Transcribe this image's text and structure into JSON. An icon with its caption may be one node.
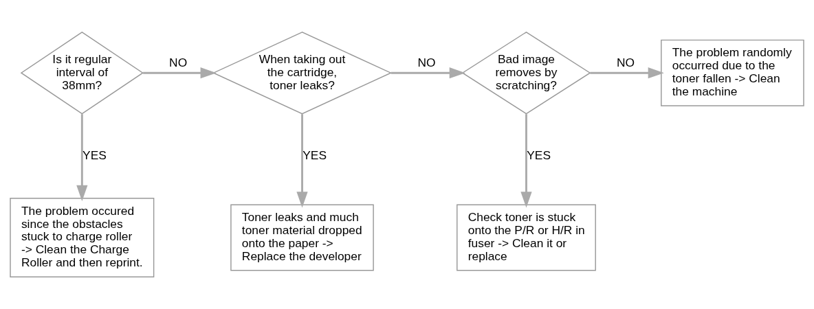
{
  "diagram": {
    "nodes": [
      {
        "text": [
          "Is it regular interval of 38mm?"
        ]
      },
      {
        "text": [
          "When taking out the cartridge, toner leaks?"
        ]
      },
      {
        "text": [
          "Bad image removes by scratching?"
        ]
      },
      {
        "text": [
          "The problem randomly occurred due to the toner fallen -> Clean the machine"
        ]
      },
      {
        "text": [
          "The problem occured since the obstacles stuck to charge roller -> Clean the Charge Roller and then reprint."
        ]
      },
      {
        "text": [
          "Toner leaks and much toner material dropped onto the paper -> Replace the developer"
        ]
      },
      {
        "text": [
          "Check toner is stuck onto the P/R or H/R in fuser -> Clean it or replace"
        ]
      }
    ],
    "edges": [
      {
        "from": 0,
        "to": 1,
        "arrow": "to",
        "label": "NO"
      },
      {
        "from": 1,
        "to": 2,
        "arrow": "to",
        "label": "NO"
      },
      {
        "from": 2,
        "to": 3,
        "arrow": "to",
        "label": "NO"
      },
      {
        "from": 0,
        "to": 4,
        "arrow": "to",
        "label": "YES"
      },
      {
        "from": 1,
        "to": 5,
        "arrow": "to",
        "label": "YES"
      },
      {
        "from": 2,
        "to": 6,
        "arrow": "to",
        "label": "YES"
      }
    ]
  }
}
